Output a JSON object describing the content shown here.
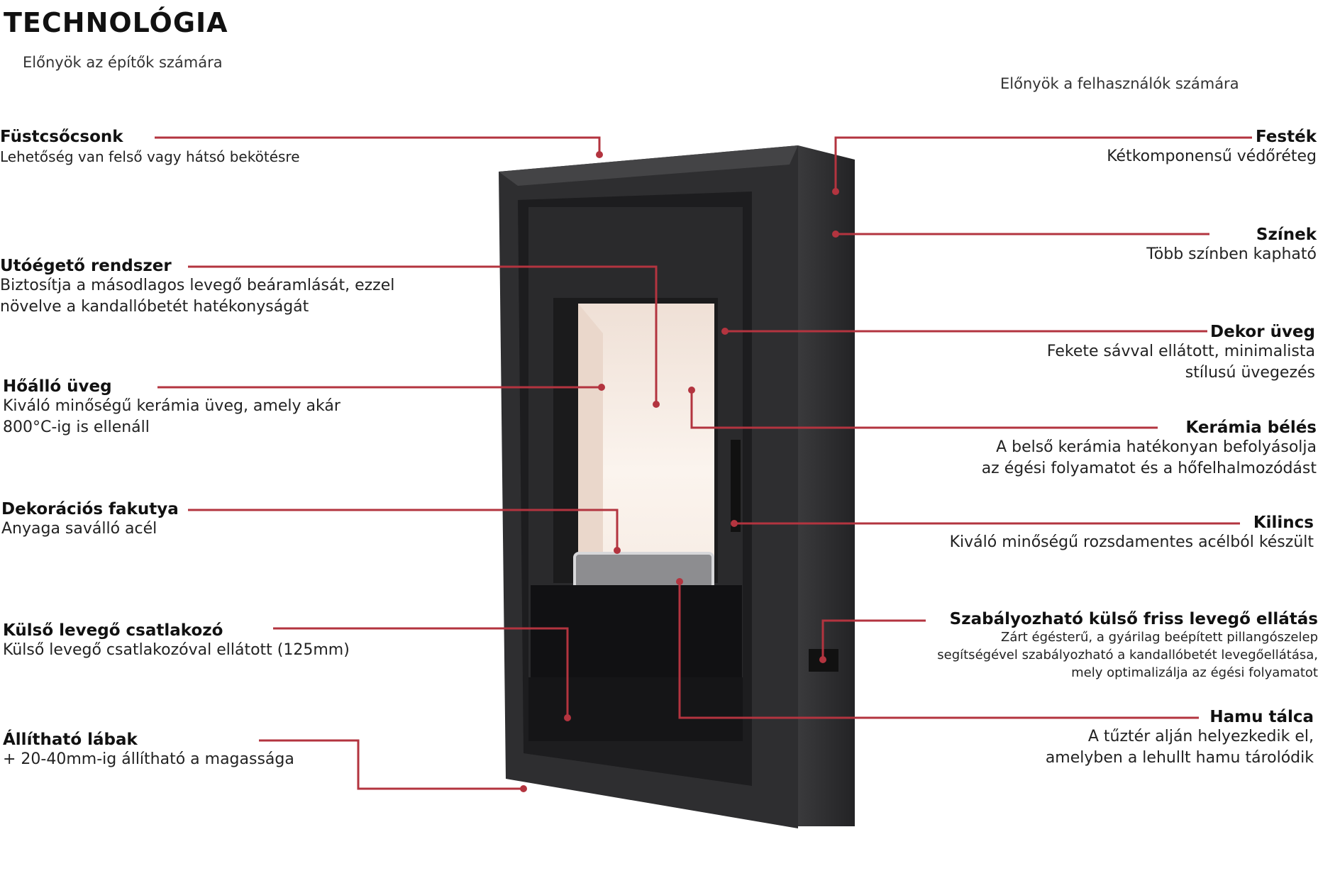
{
  "header": {
    "title": "TECHNOLÓGIA",
    "builders": "Előnyök az építők számára",
    "users": "Előnyök a felhasználók számára"
  },
  "colors": {
    "accent": "#b3343f",
    "frame": "#2b2b2d",
    "firebox": "#f3e6dd"
  },
  "left": [
    {
      "title": "Füstcsőcsonk",
      "desc": "Lehetőség van felső vagy hátsó bekötésre"
    },
    {
      "title": "Utóégető rendszer",
      "desc": "Biztosítja a másodlagos levegő beáramlását, ezzel\nnövelve a kandallóbetét hatékonyságát"
    },
    {
      "title": "Hőálló üveg",
      "desc": "Kiváló minőségű kerámia üveg, amely akár\n800°C-ig is ellenáll"
    },
    {
      "title": "Dekorációs fakutya",
      "desc": "Anyaga saválló acél"
    },
    {
      "title": "Külső levegő csatlakozó",
      "desc": "Külső levegő csatlakozóval ellátott (125mm)"
    },
    {
      "title": "Állítható lábak",
      "desc": "+ 20-40mm-ig állítható a magassága"
    }
  ],
  "right": [
    {
      "title": "Festék",
      "desc": "Kétkomponensű védőréteg"
    },
    {
      "title": "Színek",
      "desc": "Több színben kapható"
    },
    {
      "title": "Dekor üveg",
      "desc": "Fekete sávval ellátott, minimalista\nstílusú üvegezés"
    },
    {
      "title": "Kerámia bélés",
      "desc": "A belső kerámia hatékonyan befolyásolja\naz égési folyamatot és a hőfelhalmozódást"
    },
    {
      "title": "Kilincs",
      "desc": "Kiváló minőségű rozsdamentes acélból készült"
    },
    {
      "title": "Szabályozható külső friss levegő ellátás",
      "desc": "Zárt égésterű, a gyárilag beépített pillangószelep\nsegítségével szabályozható a kandallóbetét levegőellátása,\nmely optimalizálja az égési folyamatot"
    },
    {
      "title": "Hamu tálca",
      "desc": "A tűztér alján helyezkedik el,\namelyben a lehullt hamu tárolódik"
    }
  ]
}
